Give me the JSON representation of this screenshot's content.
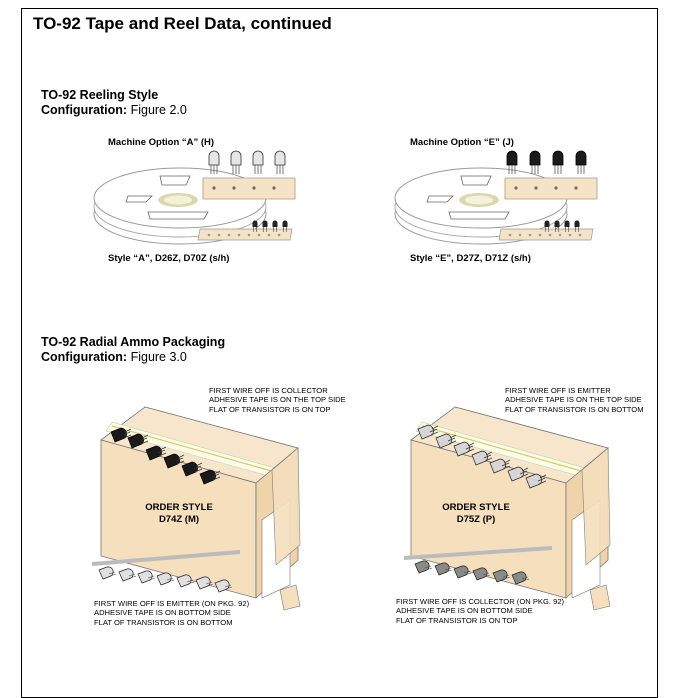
{
  "page": {
    "title": "TO-92 Tape and Reel Data, continued"
  },
  "reeling": {
    "heading": "TO-92 Reeling Style",
    "config_label": "Configuration:",
    "config_value": "Figure 2.0",
    "left": {
      "option": "Machine Option “A” (H)",
      "style": "Style “A”, D26Z, D70Z (s/h)"
    },
    "right": {
      "option": "Machine Option “E” (J)",
      "style": "Style “E”, D27Z, D71Z (s/h)"
    }
  },
  "ammo": {
    "heading": "TO-92 Radial Ammo Packaging",
    "config_label": "Configuration:",
    "config_value": "Figure 3.0",
    "left": {
      "top_notes": [
        "FIRST WIRE OFF IS COLLECTOR",
        "ADHESIVE TAPE IS ON THE TOP SIDE",
        "FLAT OF TRANSISTOR IS ON TOP"
      ],
      "box_line1": "ORDER STYLE",
      "box_line2": "D74Z (M)",
      "bottom_notes": [
        "FIRST WIRE OFF IS EMITTER (ON PKG. 92)",
        "ADHESIVE TAPE IS ON BOTTOM SIDE",
        "FLAT OF TRANSISTOR IS ON BOTTOM"
      ]
    },
    "right": {
      "top_notes": [
        "FIRST WIRE OFF IS EMITTER",
        "ADHESIVE TAPE IS ON THE TOP SIDE",
        "FLAT OF TRANSISTOR IS ON BOTTOM"
      ],
      "box_line1": "ORDER STYLE",
      "box_line2": "D75Z (P)",
      "bottom_notes": [
        "FIRST WIRE OFF IS COLLECTOR (ON PKG. 92)",
        "ADHESIVE TAPE IS ON BOTTOM SIDE",
        "FLAT OF TRANSISTOR IS ON TOP"
      ]
    }
  },
  "colors": {
    "tape": "#f5e3c8",
    "box": "#f5dfbd",
    "reel": "#ffffff",
    "transistor_light": "#d8d8d8",
    "transistor_dark": "#222222"
  }
}
